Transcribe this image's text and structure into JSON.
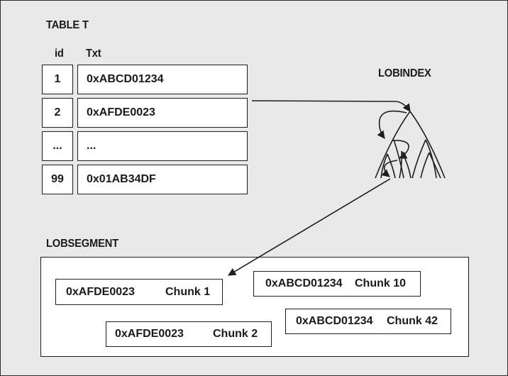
{
  "table": {
    "title": "TABLE T",
    "col_id": "id",
    "col_txt": "Txt",
    "rows": [
      {
        "id": "1",
        "txt": "0xABCD01234"
      },
      {
        "id": "2",
        "txt": "0xAFDE0023"
      },
      {
        "id": "...",
        "txt": "..."
      },
      {
        "id": "99",
        "txt": "0x01AB34DF"
      }
    ]
  },
  "lobindex": {
    "label": "LOBINDEX"
  },
  "lobsegment": {
    "label": "LOBSEGMENT",
    "chunks": [
      {
        "lob": "0xAFDE0023",
        "chunk": "Chunk 1"
      },
      {
        "lob": "0xABCD01234",
        "chunk": "Chunk 10"
      },
      {
        "lob": "0xABCD01234",
        "chunk": "Chunk 42"
      },
      {
        "lob": "0xAFDE0023",
        "chunk": "Chunk 2"
      }
    ]
  },
  "colors": {
    "background": "#e9e9e9",
    "box": "#ffffff",
    "line": "#1e1e1e"
  }
}
